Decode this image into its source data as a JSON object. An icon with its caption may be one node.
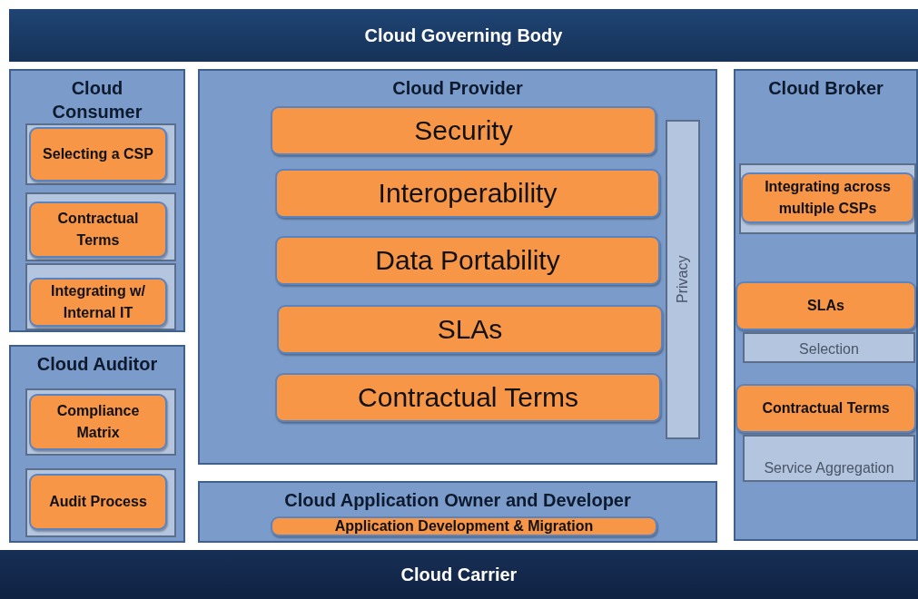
{
  "diagram": {
    "nodes": [
      {
        "text": [
          "Cloud Governing Body"
        ]
      },
      {
        "text": [
          "Cloud Consumer"
        ]
      },
      {
        "text": [],
        "shape": "box",
        "in": 1
      },
      {
        "text": [
          "Selecting a CSP"
        ],
        "in": 2
      },
      {
        "text": [],
        "shape": "box",
        "in": 1
      },
      {
        "text": [
          "Contractual Terms"
        ],
        "in": 4
      },
      {
        "text": [],
        "shape": "box",
        "in": 1
      },
      {
        "text": [
          "Integrating w/ Internal IT"
        ],
        "in": 6
      },
      {
        "text": [
          "Cloud Provider"
        ]
      },
      {
        "text": [
          "Privacy"
        ],
        "in": 8
      },
      {
        "text": [
          "Security"
        ],
        "in": 8
      },
      {
        "text": [
          "Interoperability"
        ],
        "in": 8
      },
      {
        "text": [
          "Data Portability"
        ],
        "in": 8
      },
      {
        "text": [
          "SLAs"
        ],
        "in": 8
      },
      {
        "text": [
          "Contractual Terms"
        ],
        "in": 8
      },
      {
        "text": [
          "Cloud Broker"
        ]
      },
      {
        "text": [],
        "shape": "box",
        "in": 15
      },
      {
        "text": [
          "Integrating across multiple CSPs"
        ],
        "in": 16
      },
      {
        "text": [
          "SLAs"
        ],
        "in": 15
      },
      {
        "text": [
          "Selection"
        ],
        "in": 15
      },
      {
        "text": [
          "Contractual Terms"
        ],
        "in": 15
      },
      {
        "text": [
          "Service Aggregation"
        ],
        "in": 15
      },
      {
        "text": [
          "Cloud Auditor"
        ]
      },
      {
        "text": [],
        "shape": "box",
        "in": 22
      },
      {
        "text": [
          "Compliance Matrix"
        ],
        "in": 23
      },
      {
        "text": [],
        "shape": "box",
        "in": 22
      },
      {
        "text": [
          "Audit Process"
        ],
        "in": 25
      },
      {
        "text": [
          "Cloud Application Owner and Developer"
        ]
      },
      {
        "text": [
          "Application Development & Migration"
        ],
        "in": 27
      },
      {
        "text": [
          "Cloud Carrier"
        ]
      }
    ]
  }
}
